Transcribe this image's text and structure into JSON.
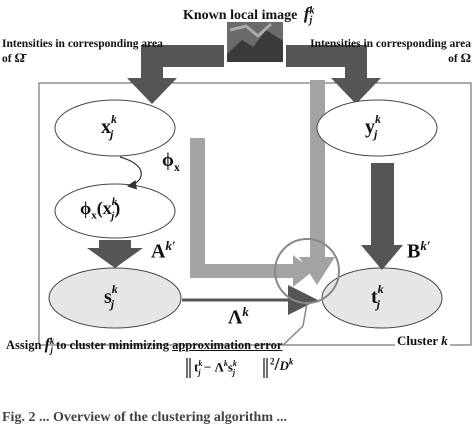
{
  "header": {
    "title": "Known local image",
    "title_math": "f",
    "left_label_line1": "Intensities in corresponding area",
    "left_label_line2": "of",
    "left_symbol": "Ω̄",
    "right_label_line1": "Intensities in corresponding area",
    "right_label_line2": "of",
    "right_symbol": "Ω"
  },
  "nodes": {
    "x": {
      "base": "x",
      "sup": "k",
      "sub": "j"
    },
    "y": {
      "base": "y",
      "sup": "k",
      "sub": "j"
    },
    "phi_x": {
      "text": "ϕ",
      "sub": "x",
      "arg_open": "(",
      "arg": "x",
      "arg_sup": "k",
      "arg_sub": "j",
      "arg_close": ")"
    },
    "s": {
      "base": "s",
      "sup": "k",
      "sub": "j"
    },
    "t": {
      "base": "t",
      "sup": "k",
      "sub": "j"
    }
  },
  "edges": {
    "phi_label": "ϕ",
    "phi_sub": "x",
    "A_label": "A",
    "A_sup": "k′",
    "B_label": "B",
    "B_sup": "k′",
    "Lambda_label": "Λ",
    "Lambda_sup": "k"
  },
  "cluster": {
    "label": "Cluster",
    "index": "k"
  },
  "assign": {
    "text_pre": "Assign",
    "text_post": "to cluster minimizing",
    "underlined": "approximation error",
    "formula": "‖t − Λs‖² / D"
  },
  "footer": {
    "caption_fragment": "Fig. 2 ... Overview of the clustering algorithm ..."
  },
  "colors": {
    "arrow_dark": "#555555",
    "arrow_light": "#999999",
    "ellipse_fill": "#e6e6e6",
    "border": "#444444"
  }
}
